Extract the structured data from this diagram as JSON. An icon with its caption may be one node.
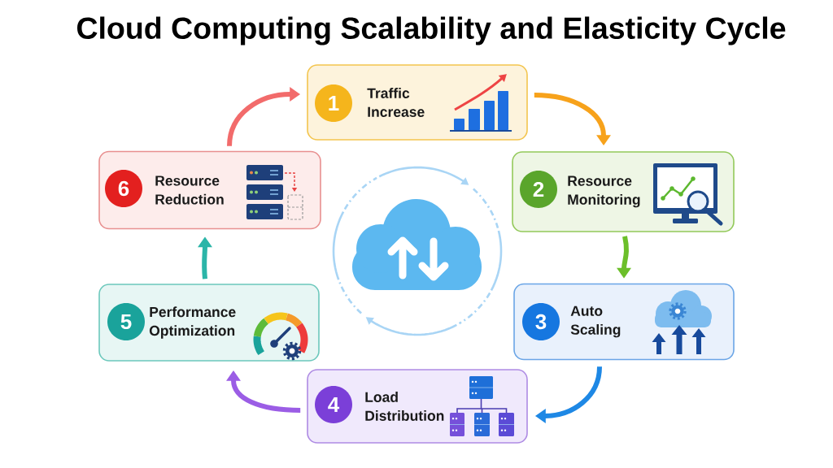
{
  "diagram": {
    "title": "Cloud Computing Scalability and Elasticity Cycle",
    "nodes": [
      {
        "text": [
          "Traffic Increase"
        ]
      },
      {
        "text": [
          "1"
        ],
        "in": 0
      },
      {
        "text": [
          "Resource Monitoring"
        ]
      },
      {
        "text": [
          "2"
        ],
        "in": 2
      },
      {
        "text": [
          "Auto Scaling"
        ]
      },
      {
        "text": [
          "3"
        ],
        "in": 4
      },
      {
        "text": [
          "Load Distribution"
        ]
      },
      {
        "text": [
          "4"
        ],
        "in": 6
      },
      {
        "text": [
          "Performance Optimization"
        ]
      },
      {
        "text": [
          "5"
        ],
        "in": 8
      },
      {
        "text": [
          "Resource Reduction"
        ]
      },
      {
        "text": [
          "6"
        ],
        "in": 10
      }
    ],
    "edges": [
      {
        "from": 0,
        "to": 2,
        "arrow": "to",
        "color": "#f7a21b"
      },
      {
        "from": 2,
        "to": 4,
        "arrow": "to",
        "color": "#6cbf2a"
      },
      {
        "from": 4,
        "to": 6,
        "arrow": "to",
        "color": "#1e88e5"
      },
      {
        "from": 6,
        "to": 8,
        "arrow": "to",
        "color": "#9b5de5"
      },
      {
        "from": 8,
        "to": 10,
        "arrow": "to",
        "color": "#2bb5a8"
      },
      {
        "from": 10,
        "to": 0,
        "arrow": "to",
        "color": "#f26b6b"
      }
    ]
  }
}
